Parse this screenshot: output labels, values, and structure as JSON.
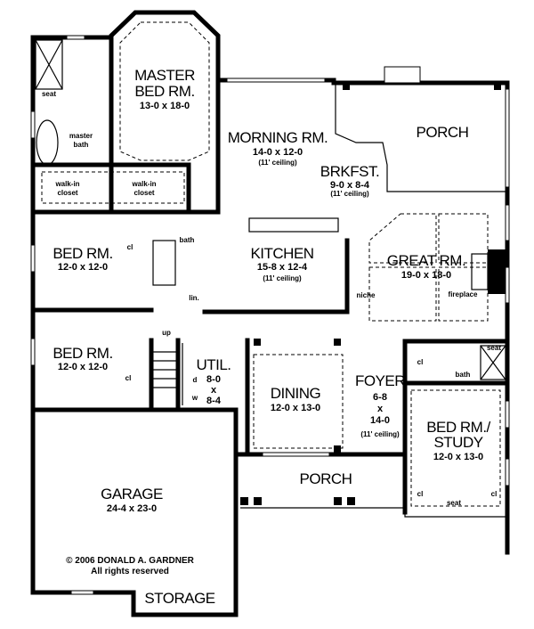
{
  "rooms": {
    "master_bed": {
      "name1": "MASTER",
      "name2": "BED RM.",
      "size": "13-0 x 18-0"
    },
    "master_bath": {
      "name1": "master",
      "name2": "bath",
      "seat": "seat"
    },
    "closet_left": {
      "name1": "walk-in",
      "name2": "closet"
    },
    "closet_right": {
      "name1": "walk-in",
      "name2": "closet"
    },
    "morning": {
      "name": "MORNING RM.",
      "size": "14-0 x 12-0",
      "note": "(11' ceiling)"
    },
    "porch_rear": {
      "name": "PORCH"
    },
    "brkfst": {
      "name": "BRKFST.",
      "size": "9-0 x 8-4",
      "note": "(11' ceiling)"
    },
    "bed1": {
      "name": "BED RM.",
      "size": "12-0 x 12-0",
      "closet": "cl"
    },
    "bath1": {
      "name": "bath",
      "linen": "lin."
    },
    "kitchen": {
      "name": "KITCHEN",
      "size": "15-8 x 12-4",
      "note": "(11' ceiling)"
    },
    "great": {
      "name": "GREAT RM.",
      "size": "19-0 x 18-0",
      "niche": "niche",
      "fireplace": "fireplace"
    },
    "bed2": {
      "name": "BED RM.",
      "size": "12-0 x 12-0",
      "closet": "cl"
    },
    "stairs": {
      "label": "up"
    },
    "util": {
      "name": "UTIL.",
      "size1": "8-0",
      "size2": "x",
      "size3": "8-4",
      "dryer": "d",
      "washer": "w"
    },
    "dining": {
      "name": "DINING",
      "size": "12-0 x 13-0"
    },
    "foyer": {
      "name": "FOYER",
      "size1": "6-8",
      "size2": "x",
      "size3": "14-0",
      "note": "(11' ceiling)"
    },
    "bath2": {
      "name": "bath",
      "closet": "cl",
      "seat": "seat"
    },
    "study": {
      "name1": "BED RM./",
      "name2": "STUDY",
      "size": "12-0 x 13-0",
      "closet_left": "cl",
      "closet_right": "cl",
      "seat": "seat"
    },
    "porch_front": {
      "name": "PORCH"
    },
    "garage": {
      "name": "GARAGE",
      "size": "24-4 x 23-0"
    },
    "storage": {
      "name": "STORAGE"
    }
  },
  "copyright": {
    "line1": "© 2006 DONALD A. GARDNER",
    "line2": "All rights reserved"
  }
}
